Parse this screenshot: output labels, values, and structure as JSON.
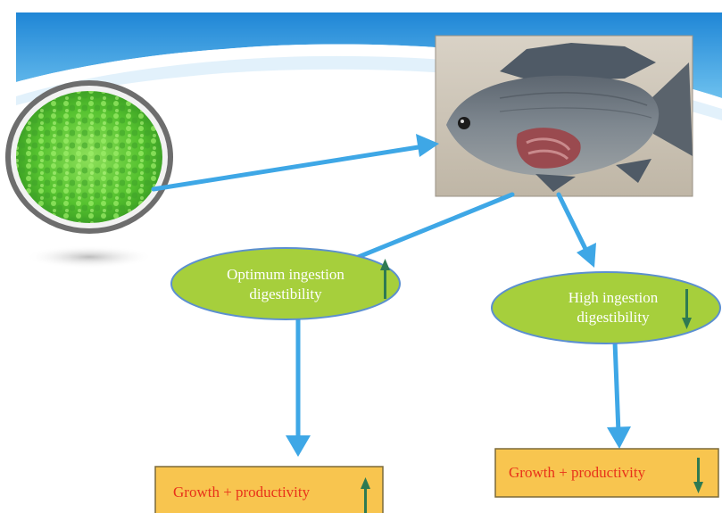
{
  "nodes": {
    "optimum": {
      "line1": "Optimum ingestion",
      "line2": "digestibility",
      "trend": "up"
    },
    "high": {
      "line1": "High ingestion",
      "line2": "digestibility",
      "trend": "down"
    },
    "growth_left": {
      "text": "Growth + productivity",
      "trend": "up"
    },
    "growth_right": {
      "text": "Growth + productivity",
      "trend": "down"
    }
  },
  "colors": {
    "banner": "#3a9de0",
    "arrow": "#3ea7e6",
    "ellipse_fill": "#a6cf3c",
    "ellipse_stroke": "#5b8fd0",
    "box_fill": "#f8c54f",
    "box_stroke": "#7b6a3a",
    "box_text": "#e8321a",
    "trend_arrow": "#2e7a52"
  },
  "icons": {
    "algae": "algae-dish-image",
    "fish": "tilapia-fish-image"
  }
}
